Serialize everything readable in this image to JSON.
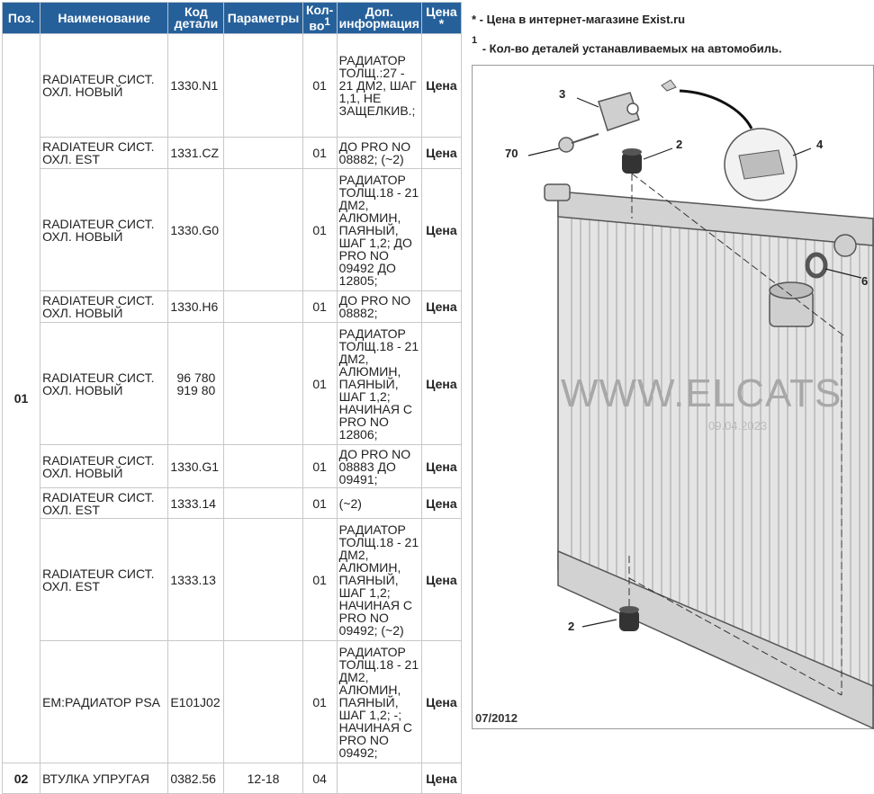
{
  "table": {
    "headers": {
      "pos": "Поз.",
      "name": "Наименование",
      "code": "Код детали",
      "params": "Параметры",
      "qty": "Кол-во",
      "qty_sup": "1",
      "info": "Доп. информация",
      "price": "Цена",
      "price_sup": "*"
    },
    "groups": [
      {
        "pos": "01",
        "rows": [
          {
            "name": "RADIATEUR СИСТ. ОХЛ. НОВЫЙ",
            "code": "1330.N1",
            "params": "",
            "qty": "01",
            "info": "РАДИАТОР ТОЛЩ.:27 - 21 ДМ2, ШАГ 1,1, НЕ ЗАЩЕЛКИВ.;",
            "price": "Цена"
          },
          {
            "name": "RADIATEUR СИСТ. ОХЛ. EST",
            "code": "1331.CZ",
            "params": "",
            "qty": "01",
            "info": "ДО PRO NO 08882; (~2)",
            "price": "Цена"
          },
          {
            "name": "RADIATEUR СИСТ. ОХЛ. НОВЫЙ",
            "code": "1330.G0",
            "params": "",
            "qty": "01",
            "info": "РАДИАТОР ТОЛЩ.18 - 21 ДМ2, АЛЮМИН, ПАЯНЫЙ, ШАГ 1,2; ДО PRO NO 09492 ДО 12805;",
            "price": "Цена"
          },
          {
            "name": "RADIATEUR СИСТ. ОХЛ. НОВЫЙ",
            "code": "1330.H6",
            "params": "",
            "qty": "01",
            "info": "ДО PRO NO 08882;",
            "price": "Цена"
          },
          {
            "name": "RADIATEUR СИСТ. ОХЛ. НОВЫЙ",
            "code": "96 780 919 80",
            "params": "",
            "qty": "01",
            "info": "РАДИАТОР ТОЛЩ.18 - 21 ДМ2, АЛЮМИН, ПАЯНЫЙ, ШАГ 1,2; НАЧИНАЯ С PRO NO 12806;",
            "price": "Цена"
          },
          {
            "name": "RADIATEUR СИСТ. ОХЛ. НОВЫЙ",
            "code": "1330.G1",
            "params": "",
            "qty": "01",
            "info": "ДО PRO NO 08883 ДО 09491;",
            "price": "Цена"
          },
          {
            "name": "RADIATEUR СИСТ. ОХЛ. EST",
            "code": "1333.14",
            "params": "",
            "qty": "01",
            "info": "(~2)",
            "price": "Цена"
          },
          {
            "name": "RADIATEUR СИСТ. ОХЛ. EST",
            "code": "1333.13",
            "params": "",
            "qty": "01",
            "info": "РАДИАТОР ТОЛЩ.18 - 21 ДМ2, АЛЮМИН, ПАЯНЫЙ, ШАГ 1,2; НАЧИНАЯ С PRO NO 09492; (~2)",
            "price": "Цена"
          },
          {
            "name": "EM:РАДИАТОР PSA",
            "code": "E101J02",
            "params": "",
            "qty": "01",
            "info": "РАДИАТОР ТОЛЩ.18 - 21 ДМ2, АЛЮМИН, ПАЯНЫЙ, ШАГ 1,2; -; НАЧИНАЯ С PRO NO 09492;",
            "price": "Цена"
          }
        ]
      },
      {
        "pos": "02",
        "rows": [
          {
            "name": "ВТУЛКА УПРУГАЯ",
            "code": "0382.56",
            "params": "12-18",
            "qty": "04",
            "info": "",
            "price": "Цена"
          }
        ]
      }
    ]
  },
  "notes": {
    "price_prefix": "*",
    "price_text": " - Цена в интернет-магазине Exist.ru",
    "qty_prefix": "1",
    "qty_text": " - Кол-во деталей устанавливаемых на автомобиль."
  },
  "figure": {
    "watermark": "WWW.ELCATS",
    "watermark_date": "09.04.2023",
    "date_label": "07/2012",
    "callouts": [
      "3",
      "70",
      "2",
      "4",
      "6",
      "2"
    ]
  },
  "colors": {
    "header_bg": "#26609a",
    "price": "#dd1f1f"
  }
}
